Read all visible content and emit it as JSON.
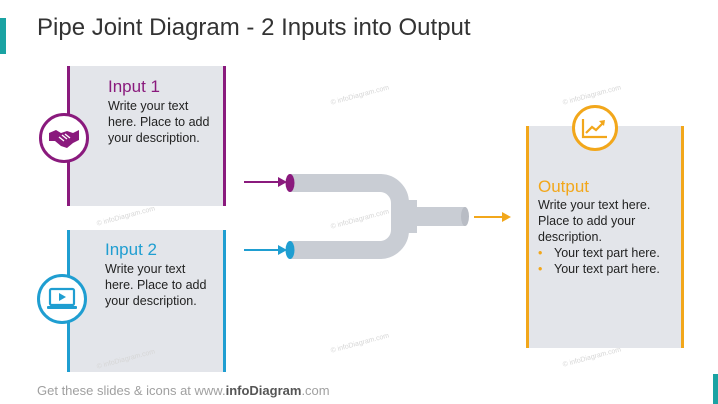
{
  "title": "Pipe Joint Diagram - 2 Inputs into Output",
  "input1": {
    "heading": "Input 1",
    "description": "Write your text here. Place to add your description.",
    "icon": "handshake-icon",
    "color": "#8a1a7d"
  },
  "input2": {
    "heading": "Input 2",
    "description": "Write your text here. Place to add your description.",
    "icon": "laptop-play-icon",
    "color": "#1f9ed1"
  },
  "output": {
    "heading": "Output",
    "description": "Write your text here. Place to add your description.",
    "bullets": [
      "Your text part here.",
      "Your text part here."
    ],
    "icon": "growth-chart-icon",
    "color": "#f2a71b"
  },
  "watermark": "© infoDiagram.com",
  "footer": {
    "prefix": "Get these slides & icons at www.",
    "brand": "infoDiagram",
    "suffix": ".com"
  },
  "colors": {
    "pipe": "#c9cdd4",
    "panel": "#e3e5ea",
    "accent": "#1aa3a3"
  }
}
